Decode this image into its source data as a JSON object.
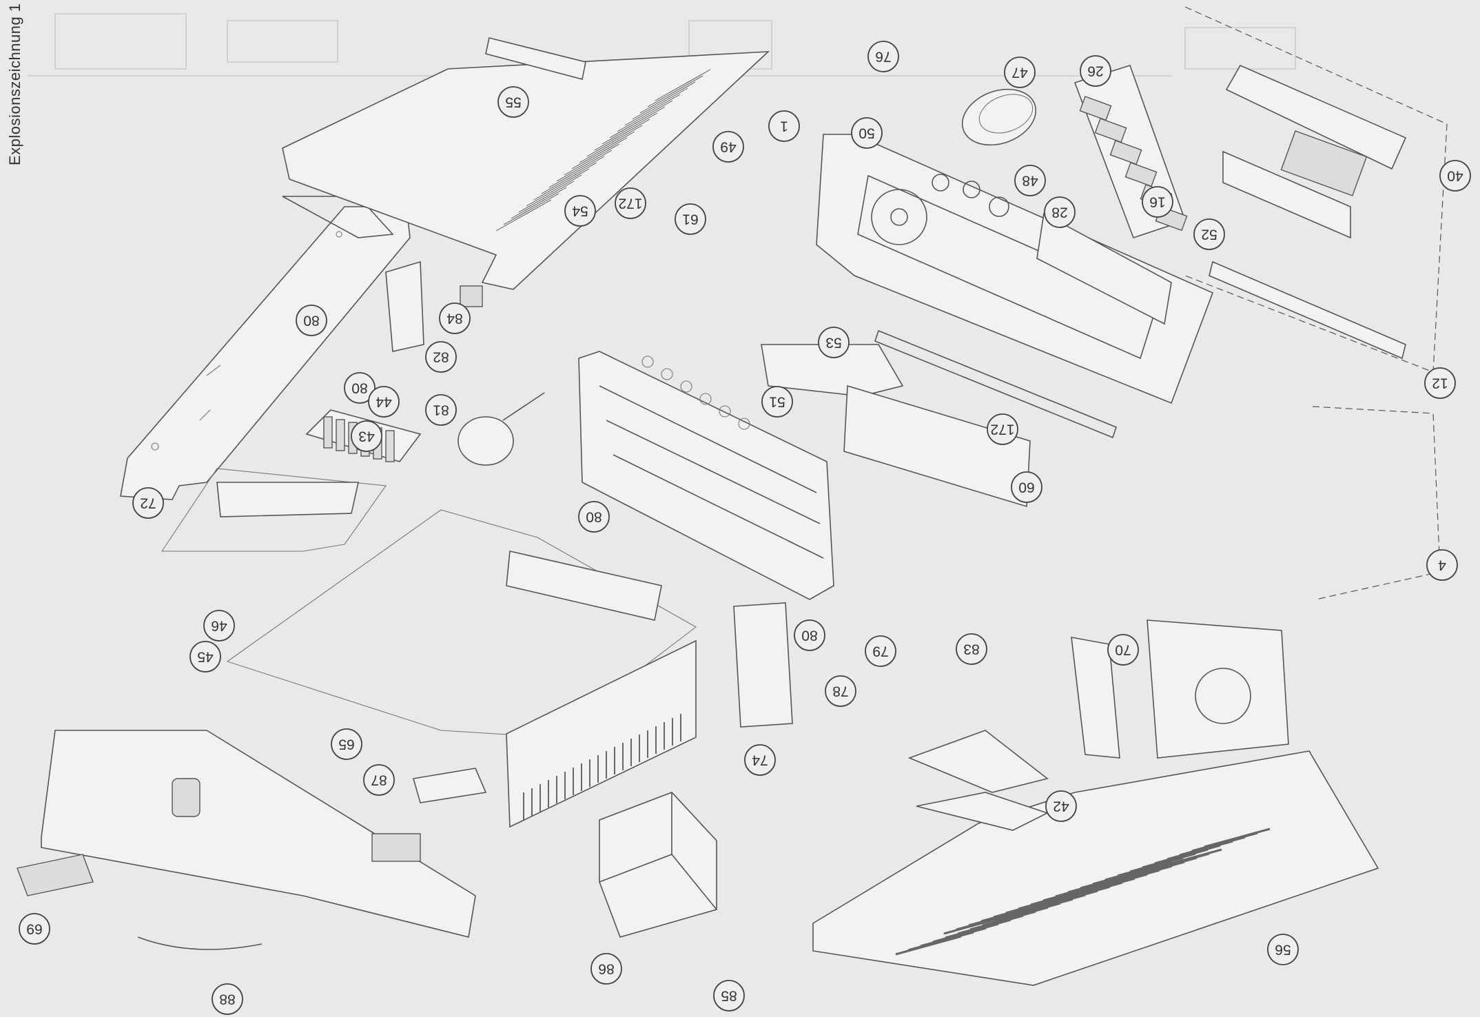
{
  "title": "Explosionszeichnung 1",
  "callouts": [
    {
      "id": "c55",
      "text": "55"
    },
    {
      "id": "c76",
      "text": "76"
    },
    {
      "id": "c47",
      "text": "47"
    },
    {
      "id": "c26",
      "text": "26"
    },
    {
      "id": "c40",
      "text": "40"
    },
    {
      "id": "c1",
      "text": "1"
    },
    {
      "id": "c50",
      "text": "50"
    },
    {
      "id": "c49",
      "text": "49"
    },
    {
      "id": "c172a",
      "text": "172"
    },
    {
      "id": "c61",
      "text": "61"
    },
    {
      "id": "c48",
      "text": "48"
    },
    {
      "id": "c16",
      "text": "16"
    },
    {
      "id": "c28",
      "text": "28"
    },
    {
      "id": "c52",
      "text": "52"
    },
    {
      "id": "c54",
      "text": "54"
    },
    {
      "id": "c84",
      "text": "84"
    },
    {
      "id": "c80a",
      "text": "80"
    },
    {
      "id": "c80b",
      "text": "80"
    },
    {
      "id": "c82",
      "text": "82"
    },
    {
      "id": "c53",
      "text": "53"
    },
    {
      "id": "c81",
      "text": "81"
    },
    {
      "id": "c44",
      "text": "44"
    },
    {
      "id": "c43",
      "text": "43"
    },
    {
      "id": "c51",
      "text": "51"
    },
    {
      "id": "c172b",
      "text": "172"
    },
    {
      "id": "c12",
      "text": "12"
    },
    {
      "id": "c72",
      "text": "72"
    },
    {
      "id": "c60",
      "text": "60"
    },
    {
      "id": "c80c",
      "text": "80"
    },
    {
      "id": "c4",
      "text": "4"
    },
    {
      "id": "c46",
      "text": "46"
    },
    {
      "id": "c45",
      "text": "45"
    },
    {
      "id": "c80d",
      "text": "80"
    },
    {
      "id": "c79",
      "text": "79"
    },
    {
      "id": "c83",
      "text": "83"
    },
    {
      "id": "c78",
      "text": "78"
    },
    {
      "id": "c70",
      "text": "70"
    },
    {
      "id": "c65",
      "text": "65"
    },
    {
      "id": "c74",
      "text": "74"
    },
    {
      "id": "c87",
      "text": "87"
    },
    {
      "id": "c42",
      "text": "42"
    },
    {
      "id": "c69",
      "text": "69"
    },
    {
      "id": "c88",
      "text": "88"
    },
    {
      "id": "c86",
      "text": "86"
    },
    {
      "id": "c85",
      "text": "85"
    },
    {
      "id": "c56",
      "text": "56"
    }
  ]
}
